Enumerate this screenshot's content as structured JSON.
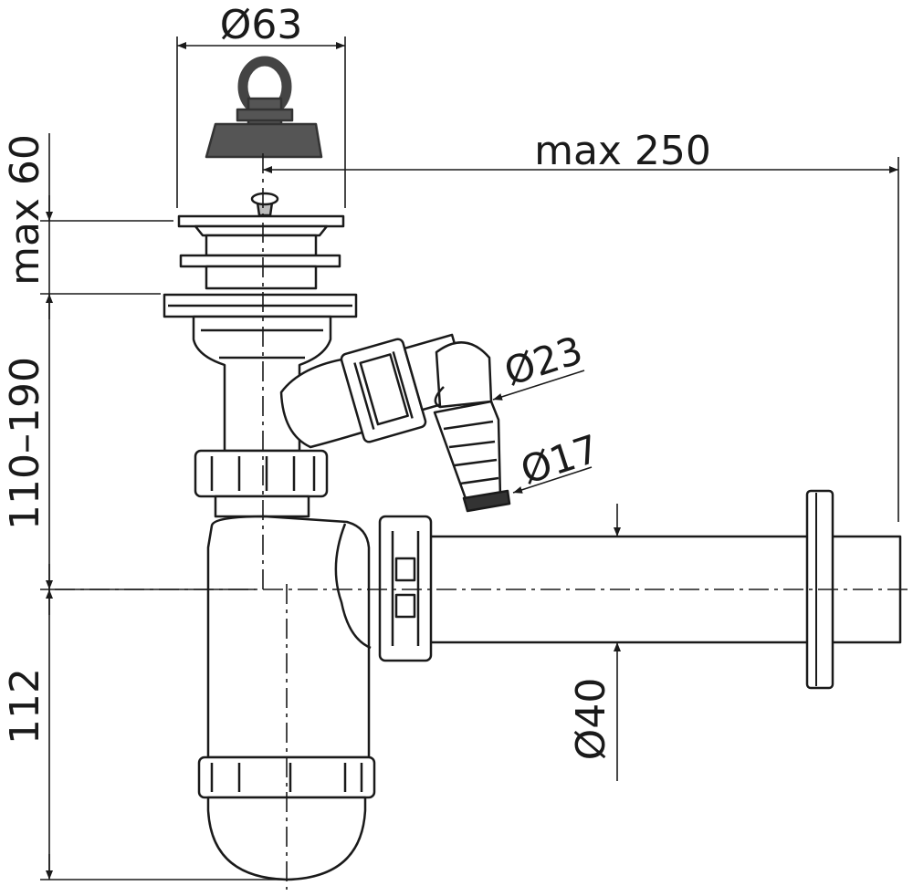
{
  "dimensions": {
    "sink_diameter": "Ø63",
    "max_reach": "max 250",
    "max_height": "max 60",
    "adjust_height": "110–190",
    "trap_height": "112",
    "hose_outer": "Ø23",
    "hose_inner": "Ø17",
    "outlet_diameter": "Ø40"
  },
  "colors": {
    "line": "#1a1a1a",
    "stopper": "#555555",
    "background": "#ffffff"
  }
}
